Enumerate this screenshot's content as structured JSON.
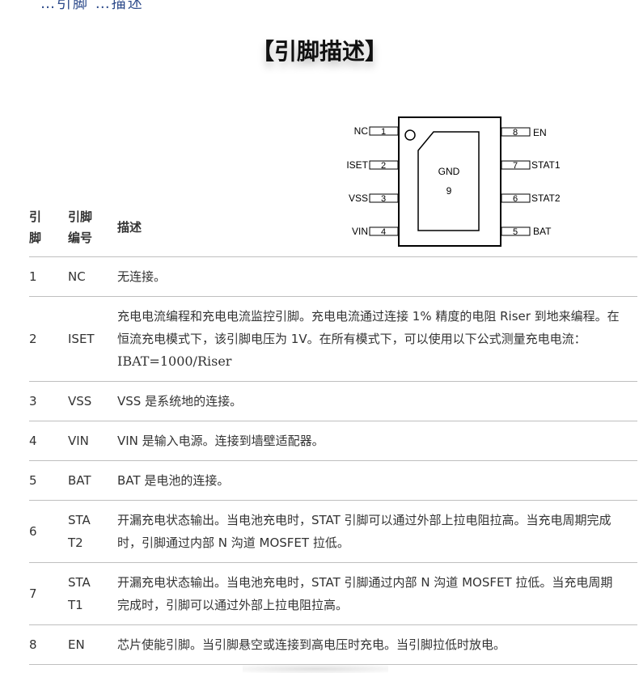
{
  "top_fragment": "…引脚 …描述",
  "section_title": "【引脚描述】",
  "diagram": {
    "left_pins": [
      {
        "label": "NC",
        "num": "1"
      },
      {
        "label": "ISET",
        "num": "2"
      },
      {
        "label": "VSS",
        "num": "3"
      },
      {
        "label": "VIN",
        "num": "4"
      }
    ],
    "right_pins": [
      {
        "label": "EN",
        "num": "8"
      },
      {
        "label": "STAT1",
        "num": "7"
      },
      {
        "label": "STAT2",
        "num": "6"
      },
      {
        "label": "BAT",
        "num": "5"
      }
    ],
    "pad_label": "GND",
    "pad_num": "9"
  },
  "table": {
    "headers": {
      "num": "引脚",
      "name": "引脚编号",
      "desc": "描述"
    },
    "rows": [
      {
        "num": "1",
        "name": "NC",
        "desc": "无连接。"
      },
      {
        "num": "2",
        "name": "ISET",
        "desc": "充电电流编程和充电电流监控引脚。充电电流通过连接 1% 精度的电阻 Riser 到地来编程。在恒流充电模式下，该引脚电压为 1V。在所有模式下，可以使用以下公式测量充电电流：",
        "formula": "IBAT=1000/Riser"
      },
      {
        "num": "3",
        "name": "VSS",
        "desc": "VSS 是系统地的连接。"
      },
      {
        "num": "4",
        "name": "VIN",
        "desc": "VIN 是输入电源。连接到墙壁适配器。"
      },
      {
        "num": "5",
        "name": "BAT",
        "desc": "BAT 是电池的连接。"
      },
      {
        "num": "6",
        "name": "STAT2",
        "desc": "开漏充电状态输出。当电池充电时，STAT 引脚可以通过外部上拉电阻拉高。当充电周期完成时，引脚通过内部 N 沟道 MOSFET 拉低。"
      },
      {
        "num": "7",
        "name": "STAT1",
        "desc": "开漏充电状态输出。当电池充电时，STAT 引脚通过内部 N 沟道 MOSFET 拉低。当充电周期完成时，引脚可以通过外部上拉电阻拉高。"
      },
      {
        "num": "8",
        "name": "EN",
        "desc": "芯片使能引脚。当引脚悬空或连接到高电压时充电。当引脚拉低时放电。"
      }
    ]
  }
}
